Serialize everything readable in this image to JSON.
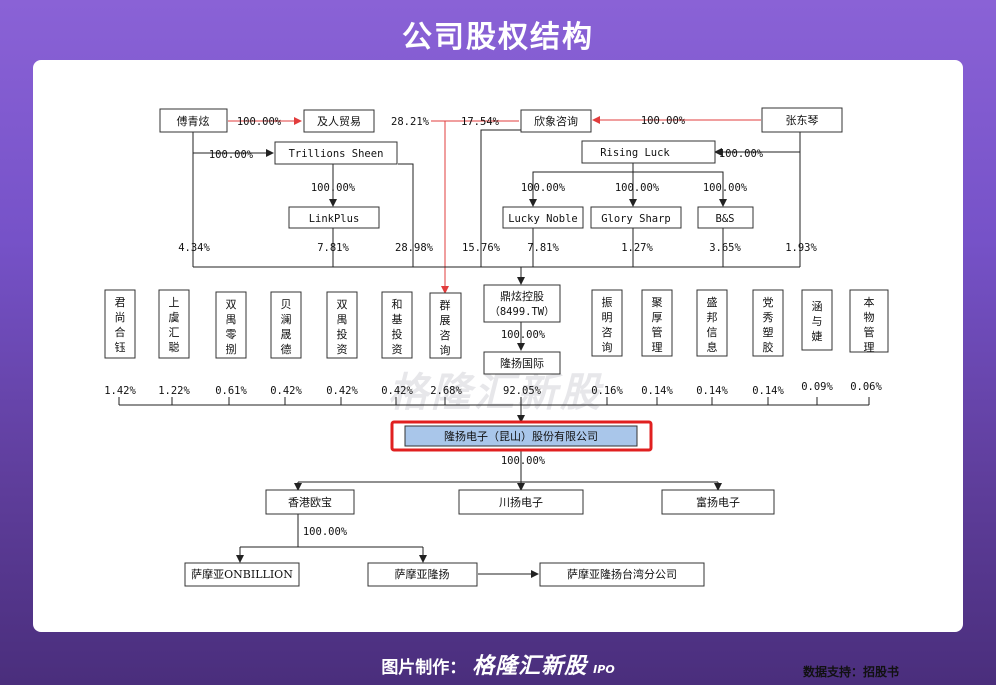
{
  "title": "公司股权结构",
  "source": "数据支持：招股书",
  "footer": {
    "label": "图片制作：",
    "brand": "格隆汇新股",
    "ipo": "IPO"
  },
  "watermark": "格隆汇新股 ",
  "nodes": {
    "fu": "傅青炫",
    "jiren": "及人贸易",
    "xinxiang": "欣象咨询",
    "zhang": "张东琴",
    "trillions": "Trillions Sheen",
    "rising": "Rising Luck",
    "linkplus": "LinkPlus",
    "lucky": "Lucky Noble",
    "glory": "Glory Sharp",
    "bs": "B&S",
    "junshang": "君尚合钰",
    "shangyu": "上虞汇聪",
    "shuangyuling": "双禺零捌",
    "beilan": "贝澜晟德",
    "shuangyutou": "双禺投资",
    "heji": "和基投资",
    "qunzhan": "群展咨询",
    "dingxuan": "鼎炫控股",
    "dingxuan_code": "（8499.TW）",
    "longyang_intl": "隆扬国际",
    "zhenming": "振明咨询",
    "juhou": "聚厚管理",
    "shengbang": "盛邦信息",
    "dangxiu": "党秀塑胶",
    "hanyu": "涵与婕",
    "benwu": "本物管理",
    "company": "隆扬电子（昆山）股份有限公司",
    "hk": "香港欧宝",
    "chuanyang": "川扬电子",
    "fuyang": "富扬电子",
    "samoa_on": "萨摩亚ONBILLION",
    "samoa_ly": "萨摩亚隆扬",
    "samoa_tw": "萨摩亚隆扬台湾分公司"
  },
  "pct": {
    "fu_jiren": "100.00%",
    "jiren_out": "28.21%",
    "xinxiang_out": "17.54%",
    "zhang_xinxiang": "100.00%",
    "fu_trillions": "100.00%",
    "zhang_rising": "100.00%",
    "trillions_linkplus": "100.00%",
    "rising_lucky": "100.00%",
    "rising_glory": "100.00%",
    "rising_bs": "100.00%",
    "fu_ding": "4.34%",
    "linkplus_ding": "7.81%",
    "trillions_ding": "28.98%",
    "xinxiang_ding": "15.76%",
    "lucky_ding": "7.81%",
    "glory_ding": "1.27%",
    "bs_ding": "3.65%",
    "zhang_ding": "1.93%",
    "ding_intl": "100.00%",
    "junshang": "1.42%",
    "shangyu": "1.22%",
    "shuangyuling": "0.61%",
    "beilan": "0.42%",
    "shuangyutou": "0.42%",
    "heji": "0.42%",
    "qunzhan": "2.68%",
    "intl": "92.05%",
    "zhenming": "0.16%",
    "juhou": "0.14%",
    "shengbang": "0.14%",
    "dangxiu": "0.14%",
    "hanyu": "0.09%",
    "benwu": "0.06%",
    "company_subs": "100.00%",
    "hk_samoa": "100.00%"
  },
  "colors": {
    "highlight_fill": "#a9c6ea",
    "highlight_border": "#e02020",
    "red_line": "#e23c3c"
  }
}
